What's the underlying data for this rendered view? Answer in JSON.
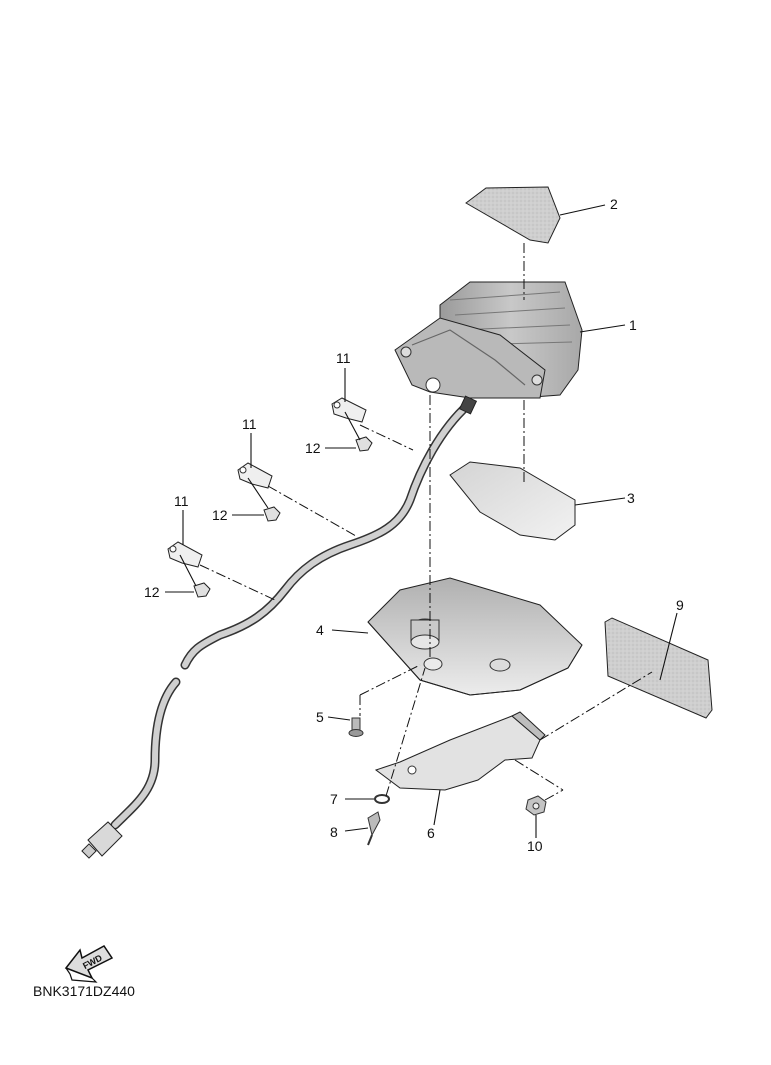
{
  "diagram": {
    "code": "BNK3171DZ440",
    "fwd_label": "FWD",
    "callouts": [
      "1",
      "2",
      "3",
      "4",
      "5",
      "6",
      "7",
      "8",
      "9",
      "10",
      "11",
      "11",
      "11",
      "12",
      "12",
      "12"
    ]
  },
  "colors": {
    "line": "#111111",
    "part_light": "#e6e6e6",
    "part_mid": "#c8c8c8",
    "part_dark": "#8a8a8a"
  },
  "icons": [
    "fwd-arrow-icon"
  ]
}
